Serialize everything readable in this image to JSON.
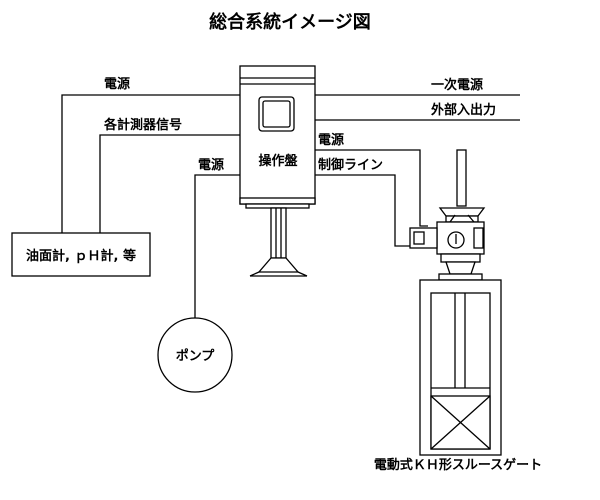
{
  "diagram": {
    "title": "総合系統イメージ図",
    "lines": {
      "power_left": "電源",
      "instrument_signal": "各計測器信号",
      "power_pump": "電源",
      "primary_power": "一次電源",
      "external_output": "外部入出力",
      "power_gate": "電源",
      "control_line": "制御ライン"
    },
    "boxes": {
      "control_panel": "操作盤",
      "instruments": "油面計, ｐＨ計, 等",
      "pump": "ポンプ",
      "gate_caption": "電動式ＫＨ形スルースゲート"
    }
  }
}
